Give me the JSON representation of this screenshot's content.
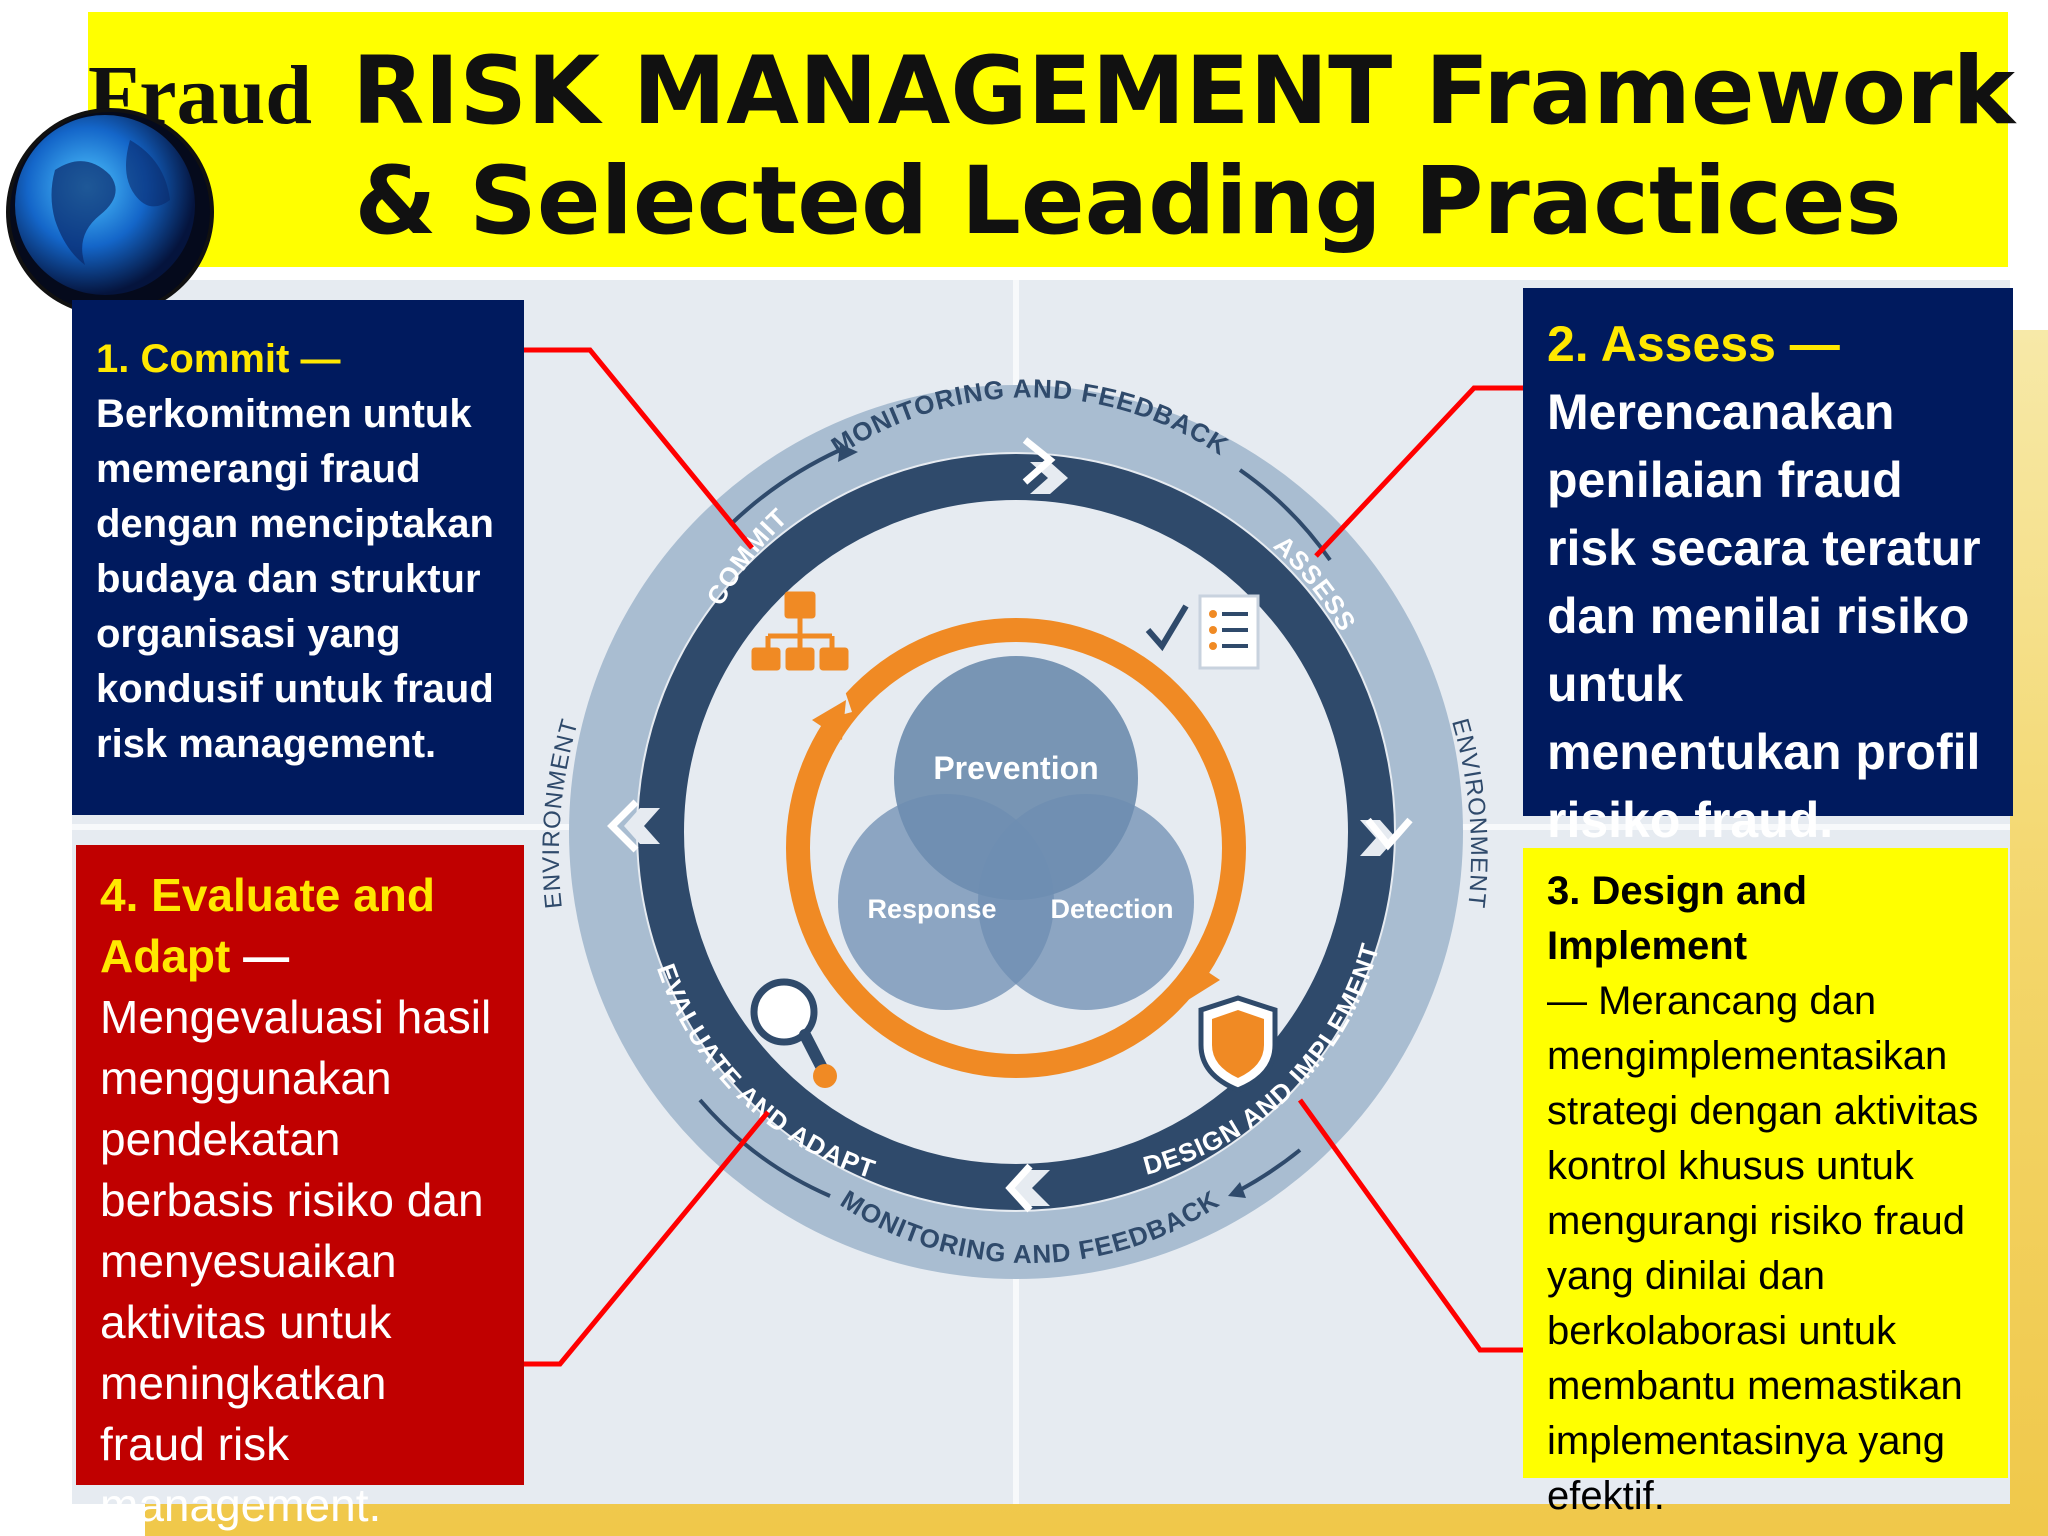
{
  "title": {
    "prefix": "Fraud",
    "line1": "RISK MANAGEMENT Framework",
    "line2": "& Selected Leading Practices"
  },
  "diagram": {
    "ring_top_label": "MONITORING AND FEEDBACK",
    "ring_bottom_label": "MONITORING AND FEEDBACK",
    "env_left_label": "ENVIRONMENT",
    "env_right_label": "ENVIRONMENT",
    "stage_commit": "COMMIT",
    "stage_assess": "ASSESS",
    "stage_design": "DESIGN AND IMPLEMENT",
    "stage_evaluate": "EVALUATE AND ADAPT",
    "venn_prevention": "Prevention",
    "venn_response": "Response",
    "venn_detection": "Detection"
  },
  "boxes": {
    "commit": {
      "heading": "1. Commit —",
      "body": "Berkomitmen untuk memerangi fraud dengan menciptakan budaya dan struktur organisasi yang kondusif untuk fraud risk management."
    },
    "assess": {
      "heading": "2. Assess —",
      "body": "Merencanakan penilaian fraud risk secara teratur dan menilai risiko untuk menentukan profil risiko fraud."
    },
    "design": {
      "heading": "3. Design and Implement",
      "body": "— Merancang dan mengimplementasikan strategi dengan aktivitas kontrol khusus untuk mengurangi risiko fraud yang dinilai dan berkolaborasi untuk membantu memastikan implementasinya yang efektif."
    },
    "evaluate": {
      "heading": "4. Evaluate and Adapt",
      "heading_suffix": " —",
      "body": "Mengevaluasi hasil menggunakan pendekatan berbasis risiko dan menyesuaikan aktivitas untuk meningkatkan fraud risk management."
    }
  },
  "colors": {
    "title_bg": "#ffff00",
    "navy": "#001a5e",
    "red": "#c00000",
    "yellow": "#ffff00",
    "orange": "#f08a24",
    "ring_dark": "#2f4a6b",
    "ring_light": "#a9bdd1",
    "connector": "#ff0000"
  }
}
